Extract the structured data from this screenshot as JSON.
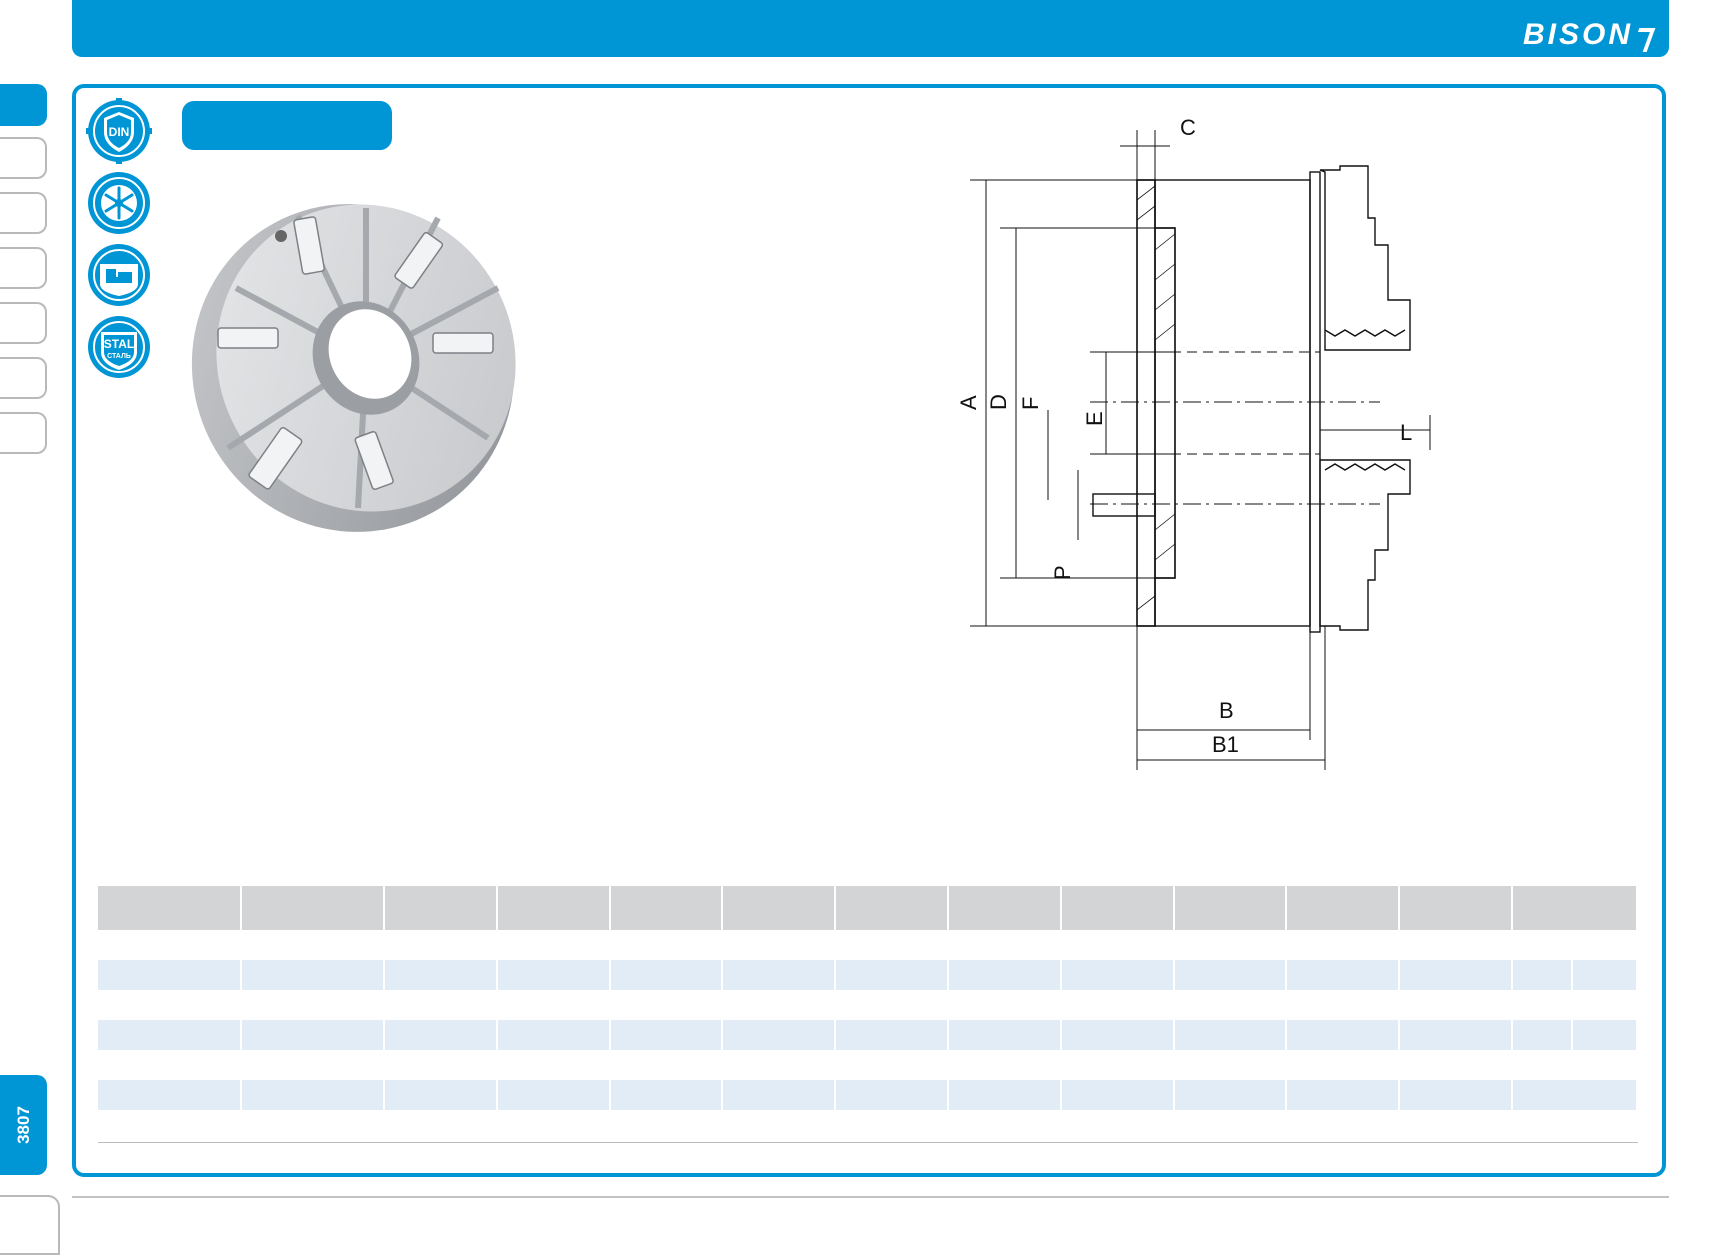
{
  "header": {
    "brand": "BISON",
    "brand_color": "#0096d6"
  },
  "side_nav": {
    "tabs": [
      {
        "state": "active"
      },
      {
        "state": "inactive"
      },
      {
        "state": "inactive"
      },
      {
        "state": "inactive"
      },
      {
        "state": "inactive"
      },
      {
        "state": "inactive"
      },
      {
        "state": "inactive"
      }
    ],
    "page_number": "3807"
  },
  "badges": [
    {
      "icon": "din-shield-icon",
      "text": "DIN"
    },
    {
      "icon": "snowflake-gear-icon",
      "text": ""
    },
    {
      "icon": "machine-tool-icon",
      "text": ""
    },
    {
      "icon": "stal-steel-icon",
      "text": "STAL",
      "subtext": "СТАЛЬ"
    }
  ],
  "drawing": {
    "labels": {
      "A": "A",
      "D": "D",
      "F": "F",
      "E": "E",
      "P": "P",
      "C": "C",
      "L": "L",
      "B": "B",
      "B1": "B1"
    }
  },
  "table": {
    "columns": 14,
    "body_rows": [
      "white",
      "blue",
      "white",
      "blue",
      "white",
      "blue",
      "white"
    ]
  }
}
